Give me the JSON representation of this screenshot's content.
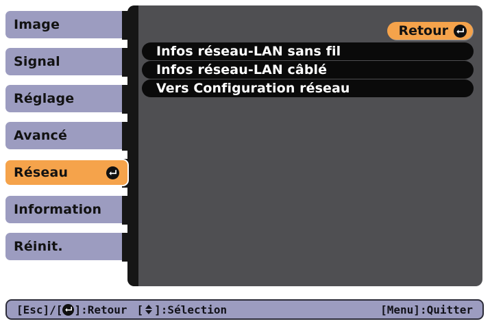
{
  "colors": {
    "accent_orange": "#f5a34b",
    "tab_lavender": "#9c9cc0",
    "panel_gray": "#4f4f52",
    "row_black": "#0a0a0a",
    "text_dark": "#121212",
    "text_light": "#ffffff"
  },
  "sidebar": {
    "items": [
      {
        "label": "Image",
        "selected": false
      },
      {
        "label": "Signal",
        "selected": false
      },
      {
        "label": "Réglage",
        "selected": false
      },
      {
        "label": "Avancé",
        "selected": false
      },
      {
        "label": "Réseau",
        "selected": true
      },
      {
        "label": "Information",
        "selected": false
      },
      {
        "label": "Réinit.",
        "selected": false
      }
    ],
    "selected_icon": "enter-icon"
  },
  "panel": {
    "back_button": {
      "label": "Retour",
      "icon": "enter-icon"
    },
    "menu_items": [
      {
        "label": "Infos réseau-LAN sans fil"
      },
      {
        "label": "Infos réseau-LAN câblé"
      },
      {
        "label": "Vers Configuration réseau"
      }
    ]
  },
  "statusbar": {
    "esc_key": "[Esc]",
    "slash": "/[",
    "enter_icon": "enter-icon",
    "enter_close": "]",
    "back_action": ":Retour",
    "select_open": "[",
    "select_icon": "up-down-arrow-icon",
    "select_close": "]",
    "select_action": ":Sélection",
    "exit_action": "[Menu]:Quitter"
  }
}
